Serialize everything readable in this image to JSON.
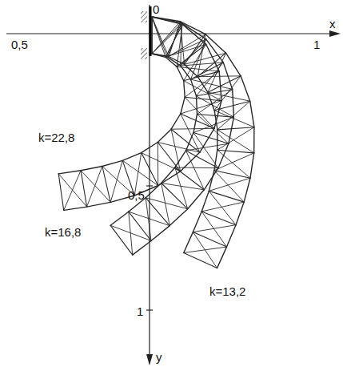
{
  "diagram": {
    "labels": [
      "0",
      "x",
      "0,5",
      "1",
      "k=22,8",
      "0,5",
      "k=16,8",
      "k=13,2",
      "1",
      "y"
    ]
  }
}
